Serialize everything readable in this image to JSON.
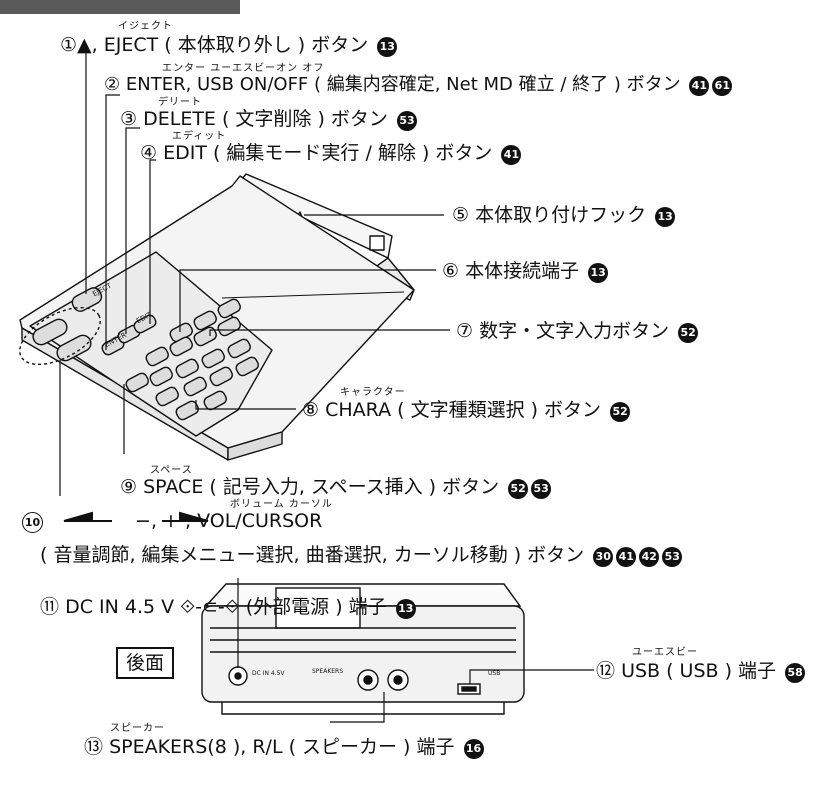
{
  "callouts": [
    {
      "num": "①",
      "text": "▲, EJECT ( 本体取り外し ) ボタン",
      "pages": [
        "13"
      ],
      "ruby": "イジェクト"
    },
    {
      "num": "②",
      "text": "ENTER, USB ON/OFF ( 編集内容確定, Net MD 確立 / 終了 ) ボタン",
      "pages": [
        "41",
        "61"
      ],
      "ruby": "エンター ユーエスビーオン オフ"
    },
    {
      "num": "③",
      "text": "DELETE ( 文字削除 ) ボタン",
      "pages": [
        "53"
      ],
      "ruby": "デリート"
    },
    {
      "num": "④",
      "text": "EDIT ( 編集モード実行 / 解除 ) ボタン",
      "pages": [
        "41"
      ],
      "ruby": "エディット"
    },
    {
      "num": "⑤",
      "text": "本体取り付けフック",
      "pages": [
        "13"
      ],
      "ruby": ""
    },
    {
      "num": "⑥",
      "text": "本体接続端子",
      "pages": [
        "13"
      ],
      "ruby": ""
    },
    {
      "num": "⑦",
      "text": "数字・文字入力ボタン",
      "pages": [
        "52"
      ],
      "ruby": ""
    },
    {
      "num": "⑧",
      "text": "CHARA ( 文字種類選択 ) ボタン",
      "pages": [
        "52"
      ],
      "ruby": "キャラクター"
    },
    {
      "num": "⑨",
      "text": "SPACE ( 記号入力, スペース挿入 ) ボタン",
      "pages": [
        "52",
        "53"
      ],
      "ruby": "スペース"
    },
    {
      "num": "10",
      "text": "−, + , VOL/CURSOR",
      "pages": [],
      "ruby": "ボリューム カーソル"
    },
    {
      "num": "",
      "text": "( 音量調節, 編集メニュー選択, 曲番選択, カーソル移動 ) ボタン",
      "pages": [
        "30",
        "41",
        "42",
        "53"
      ],
      "ruby": ""
    },
    {
      "num": "⑪",
      "text": "DC IN 4.5 V ⟐-⊂-⟐ (外部電源 ) 端子",
      "pages": [
        "13"
      ],
      "ruby": ""
    },
    {
      "num": "⑫",
      "text": "USB ( USB ) 端子",
      "pages": [
        "58"
      ],
      "ruby": "ユーエスビー"
    },
    {
      "num": "⑬",
      "text": "SPEAKERS(8 ), R/L ( スピーカー ) 端子",
      "pages": [
        "16"
      ],
      "ruby": "スピーカー"
    }
  ],
  "rear_label": "後面",
  "device_labels": {
    "eject": "EJECT",
    "enter": "ENTER",
    "edit": "EDIT",
    "dc_in": "DC IN 4.5V",
    "speakers": "SPEAKERS",
    "usb": "USB"
  },
  "colors": {
    "ink": "#111111",
    "device_fill": "#f2f2f2",
    "corner_tab": "#5a5a5a"
  }
}
